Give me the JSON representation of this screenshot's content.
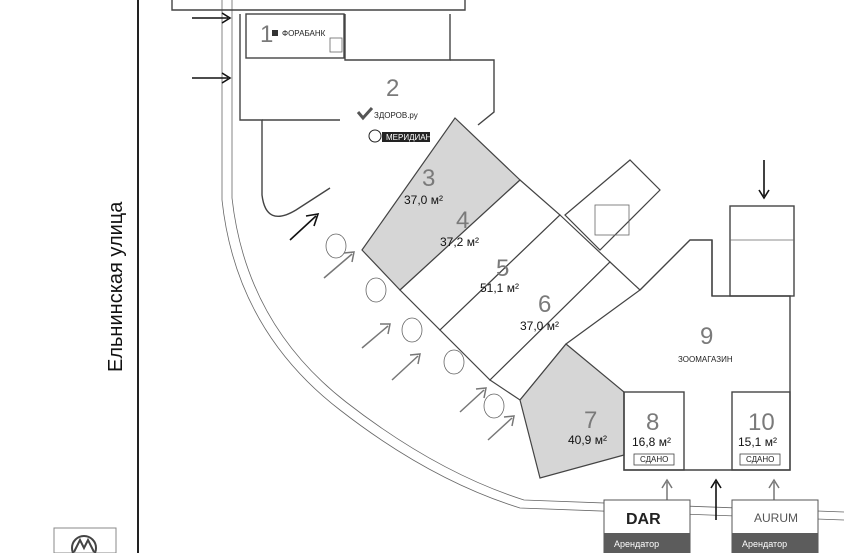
{
  "street": {
    "name": "Ельнинская улица"
  },
  "rooms": [
    {
      "number": "1",
      "area": ""
    },
    {
      "number": "2",
      "area": ""
    },
    {
      "number": "3",
      "area": "37,0 м²"
    },
    {
      "number": "4",
      "area": "37,2 м²"
    },
    {
      "number": "5",
      "area": "51,1 м²"
    },
    {
      "number": "6",
      "area": "37,0 м²"
    },
    {
      "number": "7",
      "area": "40,9 м²"
    },
    {
      "number": "8",
      "area": "16,8 м²",
      "status": "СДАНО"
    },
    {
      "number": "9",
      "area": "",
      "label": "ЗООМАГАЗИН"
    },
    {
      "number": "10",
      "area": "15,1 м²",
      "status": "СДАНО"
    }
  ],
  "tenants": [
    {
      "brand": "ФОРАБАНК"
    },
    {
      "brand": "ЗДОРОВ.ру"
    },
    {
      "brand": "МЕРИДИАН"
    }
  ],
  "badges": [
    {
      "brand": "DAR",
      "caption": "Арендатор"
    },
    {
      "brand": "AURUM",
      "caption": "Арендатор"
    }
  ],
  "colors": {
    "rented": "#d6d6d6",
    "wall": "#444444",
    "badge": "#5c5c5c"
  }
}
